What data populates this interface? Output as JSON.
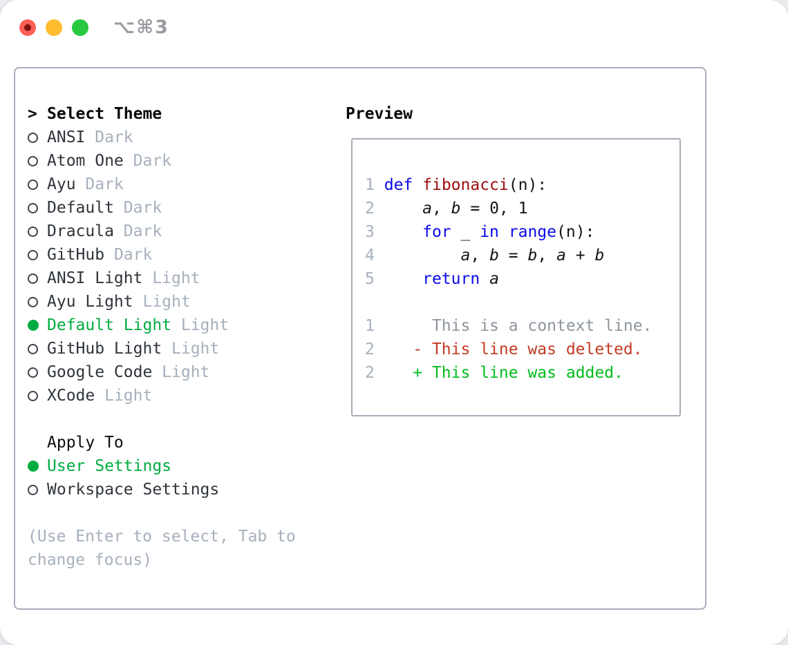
{
  "window": {
    "title_shortcut": "⌥⌘3",
    "traffic_lights": [
      "close-button",
      "minimize-button",
      "zoom-button"
    ]
  },
  "theme_picker": {
    "cursor": ">",
    "header": "Select Theme",
    "items": [
      {
        "name": "ANSI",
        "tag": "Dark",
        "selected": false
      },
      {
        "name": "Atom One",
        "tag": "Dark",
        "selected": false
      },
      {
        "name": "Ayu",
        "tag": "Dark",
        "selected": false
      },
      {
        "name": "Default",
        "tag": "Dark",
        "selected": false
      },
      {
        "name": "Dracula",
        "tag": "Dark",
        "selected": false
      },
      {
        "name": "GitHub",
        "tag": "Dark",
        "selected": false
      },
      {
        "name": "ANSI Light",
        "tag": "Light",
        "selected": false
      },
      {
        "name": "Ayu Light",
        "tag": "Light",
        "selected": false
      },
      {
        "name": "Default Light",
        "tag": "Light",
        "selected": true
      },
      {
        "name": "GitHub Light",
        "tag": "Light",
        "selected": false
      },
      {
        "name": "Google Code",
        "tag": "Light",
        "selected": false
      },
      {
        "name": "XCode",
        "tag": "Light",
        "selected": false
      }
    ]
  },
  "apply_to": {
    "header": "Apply To",
    "options": [
      {
        "label": "User Settings",
        "selected": true
      },
      {
        "label": "Workspace Settings",
        "selected": false
      }
    ]
  },
  "footer_hint": {
    "line1": "(Use Enter to select, Tab to",
    "line2": "change focus)"
  },
  "preview": {
    "header": "Preview",
    "code_lines": [
      {
        "num": "1",
        "tokens": [
          {
            "t": "def",
            "s": "keyword"
          },
          {
            "t": " ",
            "s": "plain"
          },
          {
            "t": "fibonacci",
            "s": "function"
          },
          {
            "t": "(n):",
            "s": "plain"
          }
        ]
      },
      {
        "num": "2",
        "tokens": [
          {
            "t": "    ",
            "s": "plain"
          },
          {
            "t": "a",
            "s": "variable"
          },
          {
            "t": ", ",
            "s": "plain"
          },
          {
            "t": "b",
            "s": "variable"
          },
          {
            "t": " = 0, 1",
            "s": "plain"
          }
        ]
      },
      {
        "num": "3",
        "tokens": [
          {
            "t": "    ",
            "s": "plain"
          },
          {
            "t": "for",
            "s": "keyword"
          },
          {
            "t": " _ ",
            "s": "plain"
          },
          {
            "t": "in",
            "s": "keyword"
          },
          {
            "t": " ",
            "s": "plain"
          },
          {
            "t": "range",
            "s": "keyword"
          },
          {
            "t": "(n):",
            "s": "plain"
          }
        ]
      },
      {
        "num": "4",
        "tokens": [
          {
            "t": "        ",
            "s": "plain"
          },
          {
            "t": "a",
            "s": "variable"
          },
          {
            "t": ", ",
            "s": "plain"
          },
          {
            "t": "b",
            "s": "variable"
          },
          {
            "t": " = ",
            "s": "plain"
          },
          {
            "t": "b",
            "s": "variable"
          },
          {
            "t": ", ",
            "s": "plain"
          },
          {
            "t": "a",
            "s": "variable"
          },
          {
            "t": " + ",
            "s": "plain"
          },
          {
            "t": "b",
            "s": "variable"
          }
        ]
      },
      {
        "num": "5",
        "tokens": [
          {
            "t": "    ",
            "s": "plain"
          },
          {
            "t": "return",
            "s": "keyword"
          },
          {
            "t": " ",
            "s": "plain"
          },
          {
            "t": "a",
            "s": "variable"
          }
        ]
      }
    ],
    "diff_lines": [
      {
        "num": "1",
        "marker": "",
        "text": "This is a context line.",
        "kind": "context"
      },
      {
        "num": "2",
        "marker": "-",
        "text": "This line was deleted.",
        "kind": "deleted"
      },
      {
        "num": "2",
        "marker": "+",
        "text": "This line was added.",
        "kind": "added"
      }
    ]
  },
  "colors": {
    "green_menu": "#00ac3f",
    "green_added": "#00bd1d",
    "red_deleted": "#c43a22",
    "blue_keyword": "#0a0ae8",
    "red_function": "#9c0c0c",
    "gray_muted": "#a6b0bc",
    "gray_context": "#8e959d",
    "text_dark": "#2f343b",
    "gray_border": "#a7adb8",
    "tl_red": "#ff5f57",
    "tl_yellow": "#febc2e",
    "tl_green": "#28c840"
  }
}
